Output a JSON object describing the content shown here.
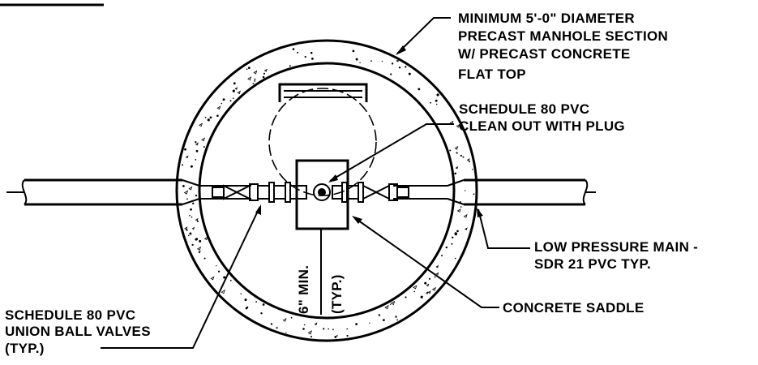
{
  "labels": {
    "manhole": [
      "MINIMUM 5'-0\" DIAMETER",
      "PRECAST MANHOLE SECTION",
      "W/ PRECAST CONCRETE",
      "FLAT TOP"
    ],
    "cleanout": [
      "SCHEDULE 80 PVC",
      "CLEAN OUT WITH PLUG"
    ],
    "main": [
      "LOW PRESSURE MAIN -",
      "SDR 21 PVC TYP."
    ],
    "valves": [
      "SCHEDULE 80 PVC",
      "UNION BALL VALVES",
      "(TYP.)"
    ],
    "saddle": "CONCRETE SADDLE",
    "dimension": [
      "6\" MIN.",
      "(TYP.)"
    ]
  }
}
